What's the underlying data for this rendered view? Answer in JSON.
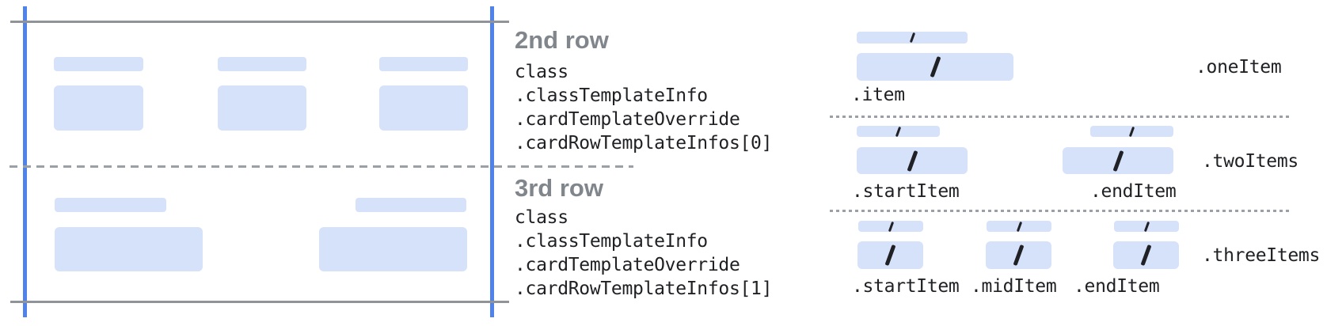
{
  "annotations": {
    "row2": {
      "heading": "2nd row",
      "lines": [
        "class",
        ".classTemplateInfo",
        ".cardTemplateOverride",
        ".cardRowTemplateInfos[0]"
      ]
    },
    "row3": {
      "heading": "3rd row",
      "lines": [
        "class",
        ".classTemplateInfo",
        ".cardTemplateOverride",
        ".cardRowTemplateInfos[1]"
      ]
    }
  },
  "templates": {
    "one_item": {
      "group_label": ".oneItem",
      "item_labels": [
        ".item"
      ]
    },
    "two_items": {
      "group_label": ".twoItems",
      "item_labels": [
        ".startItem",
        ".endItem"
      ]
    },
    "three_items": {
      "group_label": ".threeItems",
      "item_labels": [
        ".startItem",
        ".midItem",
        ".endItem"
      ]
    }
  },
  "icons": {
    "slash": "slash-divider"
  },
  "colors": {
    "accent_blue_line": "#4f82eb",
    "placeholder_fill": "#d6e1fa",
    "boundary_gray": "#909499",
    "heading_gray": "#80868b",
    "text_dark": "#202124"
  }
}
